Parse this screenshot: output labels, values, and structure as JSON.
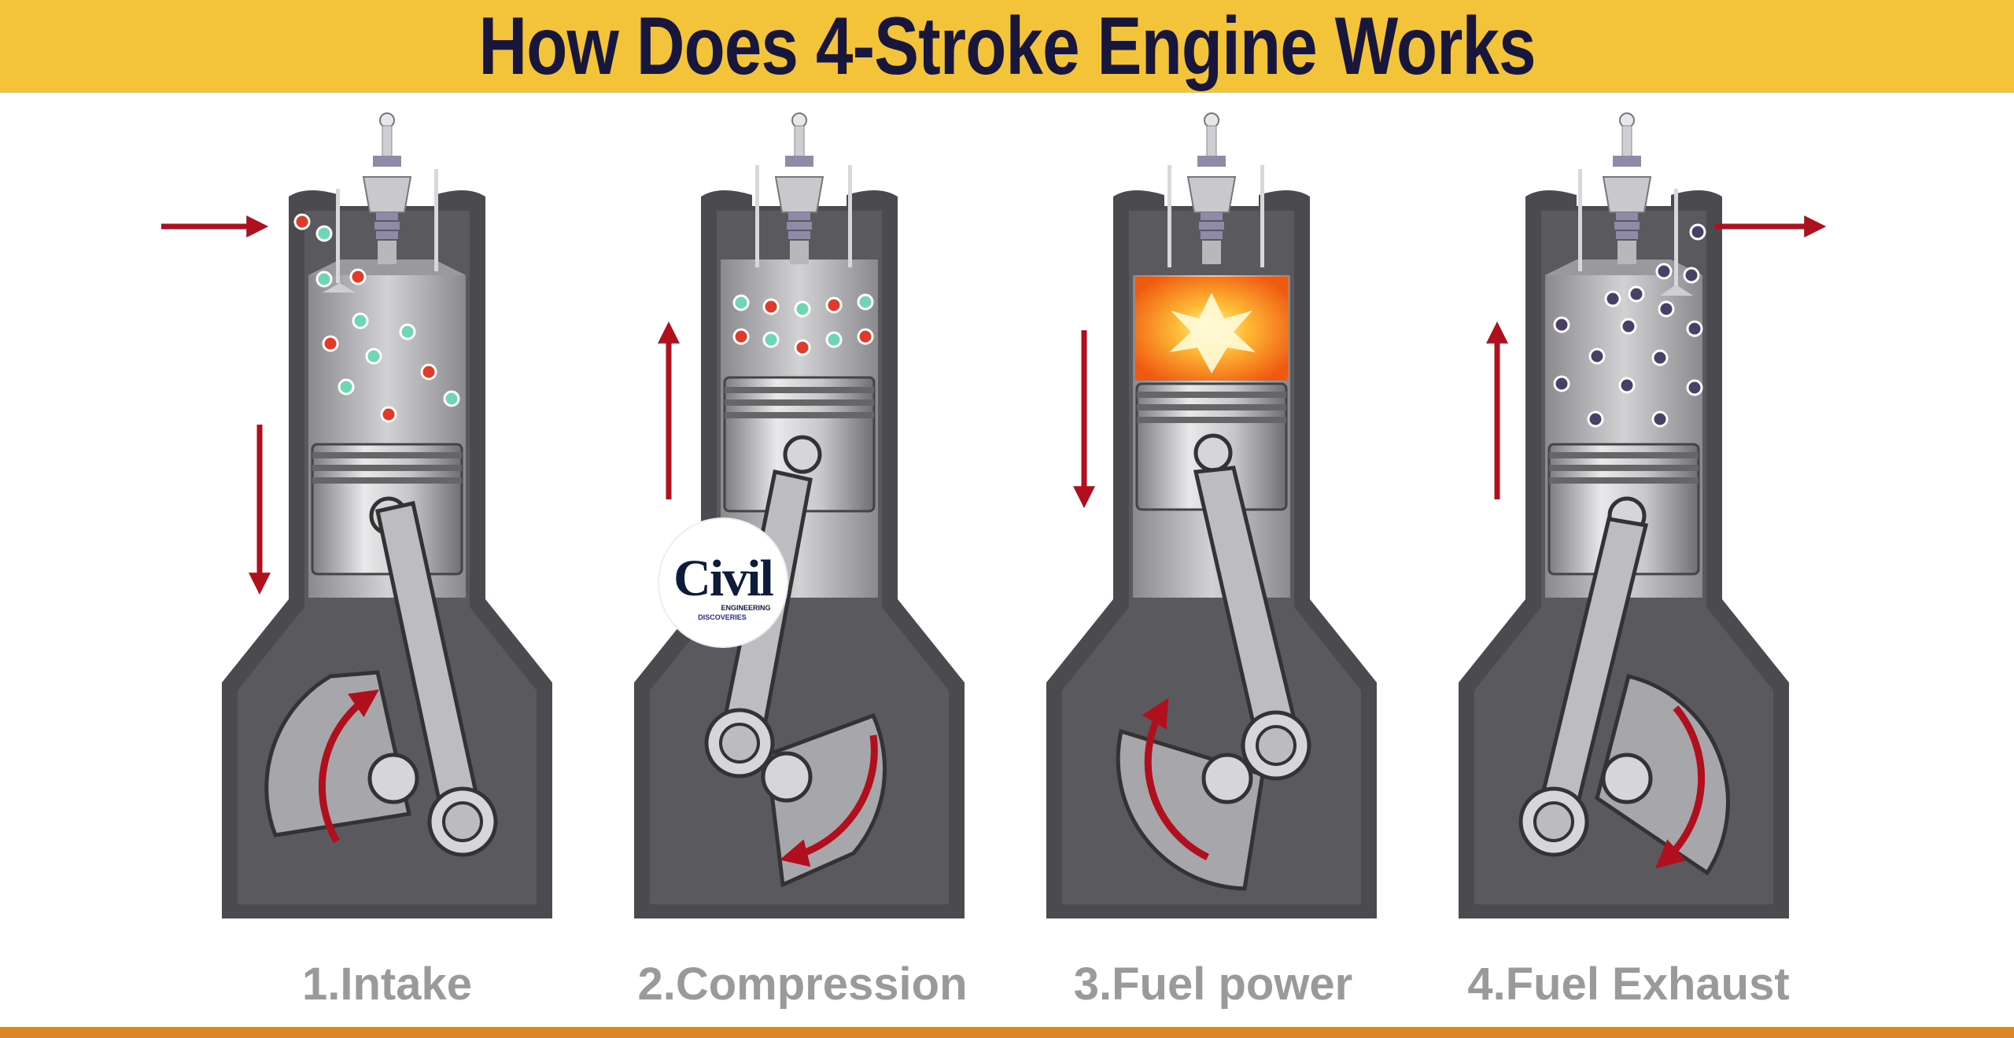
{
  "title": "How Does 4-Stroke Engine Works",
  "strokes": [
    {
      "label": "1.Intake"
    },
    {
      "label": "2.Compression"
    },
    {
      "label": "3.Fuel power"
    },
    {
      "label": "4.Fuel Exhaust"
    }
  ],
  "logo": {
    "word": "Civil",
    "line1": "ENGINEERING",
    "line2": "DISCOVERIES"
  },
  "colors": {
    "banner": "#f3c43a",
    "title": "#18163a",
    "arrow": "#b0101e",
    "casing": "#4b4b4f",
    "metal": "#b9b9bd",
    "fuel_red": "#e03a2a",
    "fuel_teal": "#6fd6b4",
    "exhaust": "#4a3f66",
    "flame": "#ff8a1c",
    "label": "#9a9a9a",
    "footer": "#d9872a"
  }
}
